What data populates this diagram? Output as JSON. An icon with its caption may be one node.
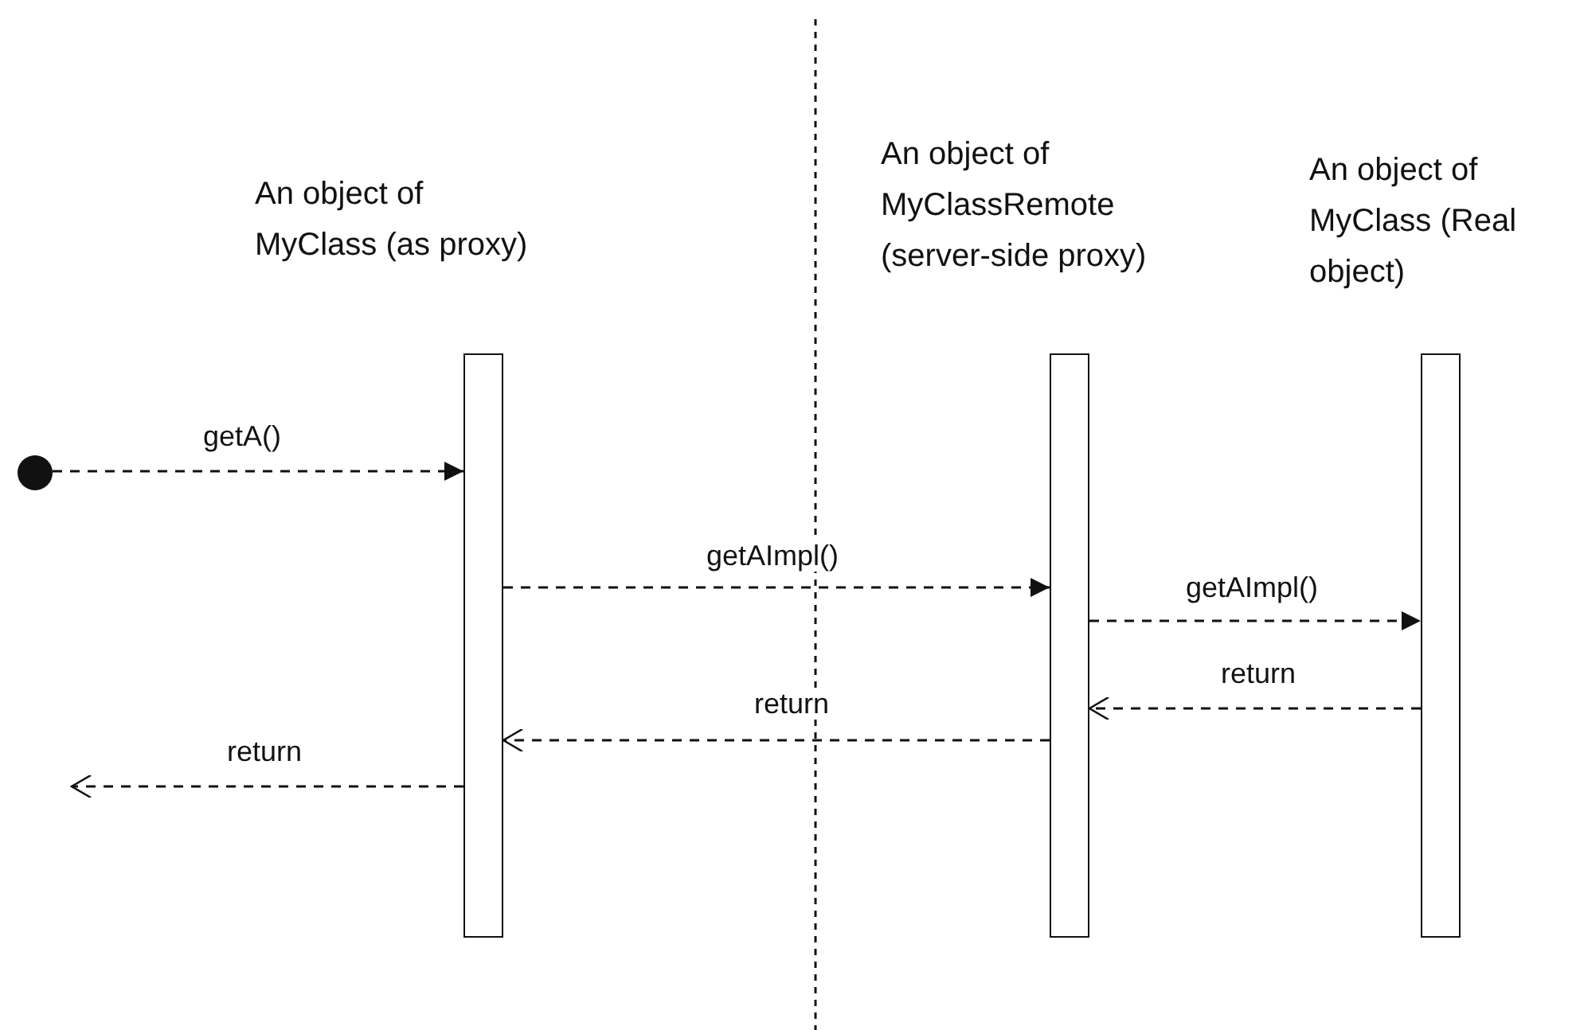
{
  "diagram": {
    "nodes": [
      {
        "text": [],
        "shape": "circle"
      },
      {
        "text": [
          "An object of MyClass (as proxy)"
        ]
      },
      {
        "text": [
          "An object of MyClassRemote (server-side proxy)"
        ]
      },
      {
        "text": [
          "An object of MyClass (Real object)"
        ]
      }
    ],
    "edges": [
      {
        "from": 0,
        "to": 1,
        "arrow": "to",
        "label": "getA()",
        "style": "dashed"
      },
      {
        "from": 1,
        "to": 2,
        "arrow": "to",
        "label": "getAImpl()",
        "style": "dashed"
      },
      {
        "from": 2,
        "to": 3,
        "arrow": "to",
        "label": "getAImpl()",
        "style": "dashed"
      },
      {
        "from": 3,
        "to": 2,
        "arrow": "to",
        "label": "return",
        "style": "dashed"
      },
      {
        "from": 2,
        "to": 1,
        "arrow": "to",
        "label": "return",
        "style": "dashed"
      },
      {
        "from": 1,
        "to": null,
        "arrow": "to",
        "label": "return",
        "style": "dashed"
      }
    ]
  }
}
